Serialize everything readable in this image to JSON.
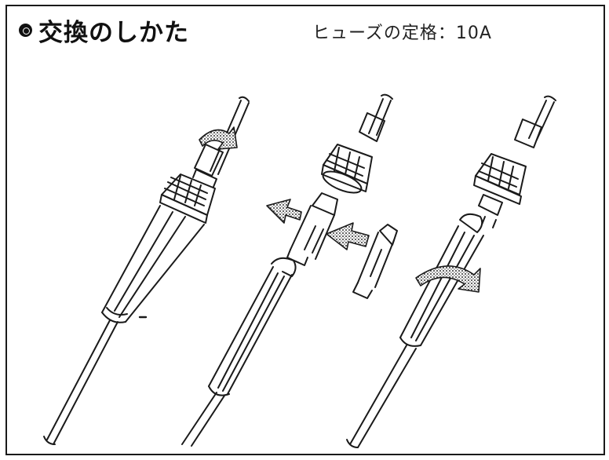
{
  "header": {
    "title": "交換のしかた",
    "fuse_rating": "ヒューズの定格：10A",
    "bullet_icon": "filled-circle-bullet"
  },
  "illustrations": [
    {
      "name": "step-unscrew-holder",
      "icon": "rotate-arrow-icon"
    },
    {
      "name": "step-replace-fuse",
      "icon": "fuse-exchange-arrows-icon"
    },
    {
      "name": "step-reassemble-holder",
      "icon": "rotate-arrow-icon"
    }
  ],
  "colors": {
    "ink": "#1a1a1a",
    "paper": "#ffffff",
    "arrow_fill": "#9a9a9a"
  }
}
